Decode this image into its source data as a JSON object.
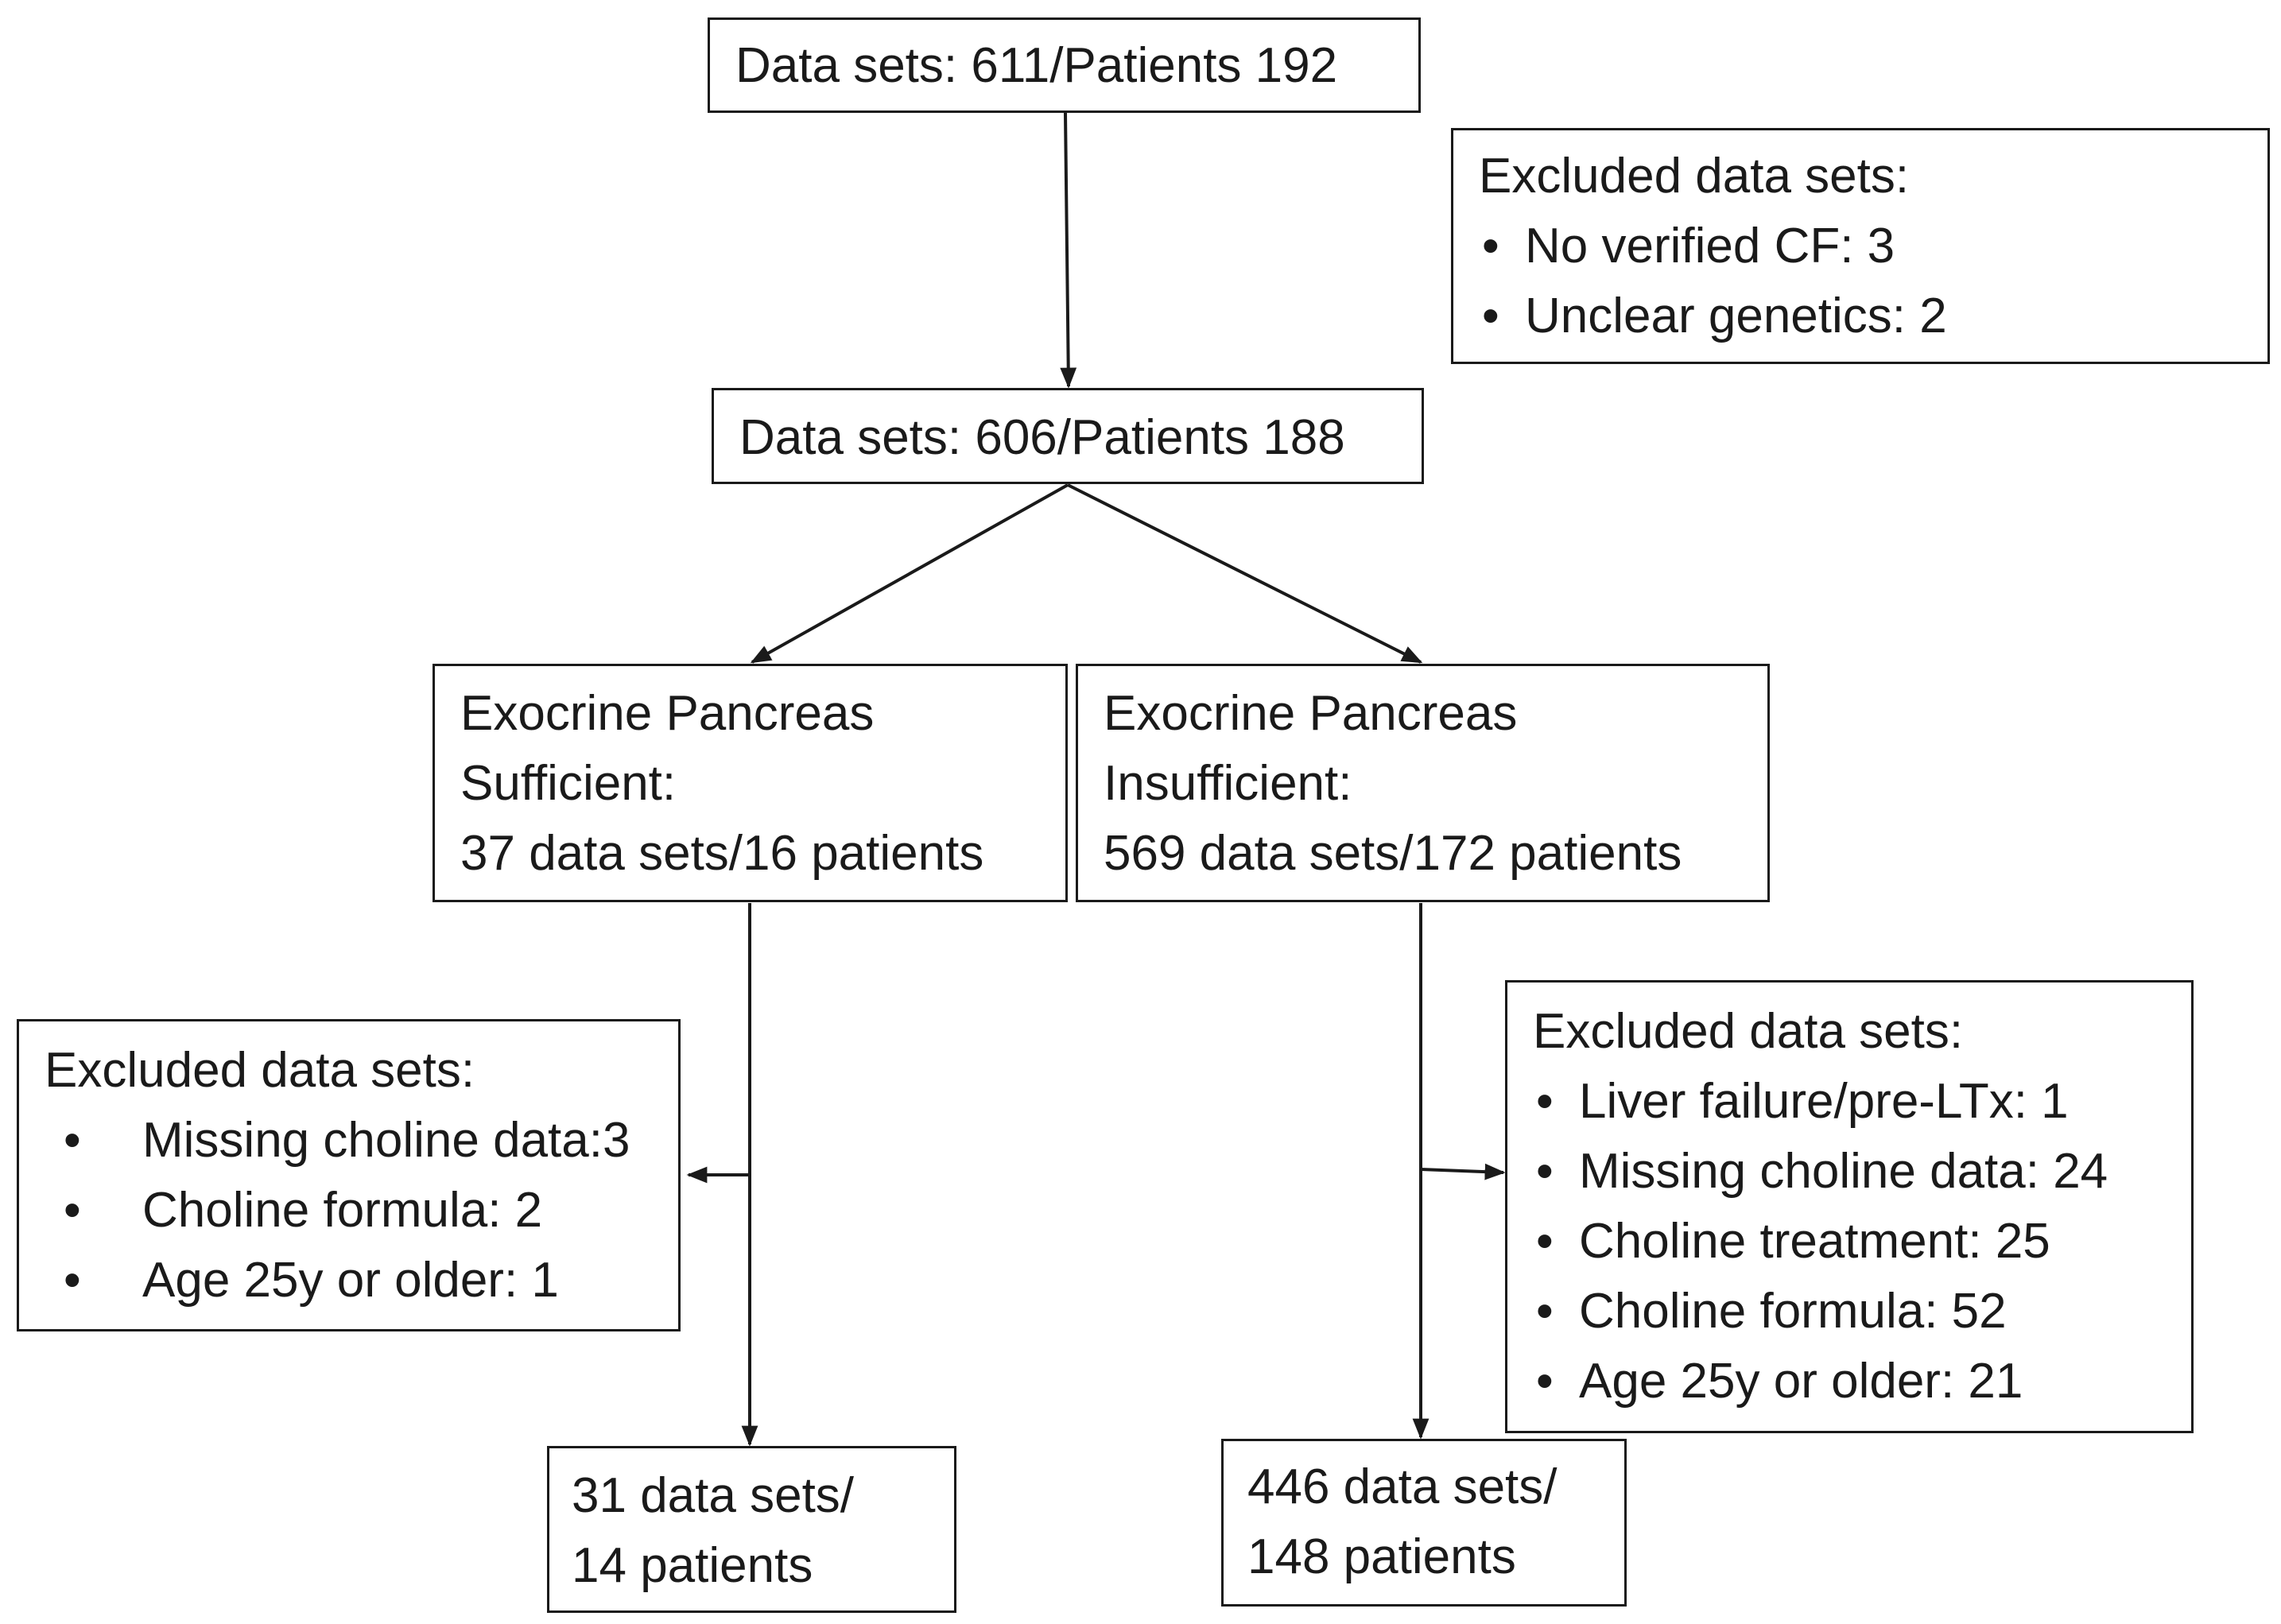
{
  "start": {
    "text": "Data sets: 611/Patients 192"
  },
  "exclusion_top": {
    "heading": "Excluded data sets:",
    "items": [
      "No verified CF: 3",
      "Unclear genetics: 2"
    ]
  },
  "middle": {
    "text": "Data sets: 606/Patients 188"
  },
  "eps": {
    "lines": [
      "Exocrine Pancreas",
      "Sufficient:",
      "37 data sets/16 patients"
    ]
  },
  "epi": {
    "lines": [
      "Exocrine Pancreas",
      "Insufficient:",
      "569 data sets/172 patients"
    ]
  },
  "exclusion_sufficient": {
    "heading": "Excluded data sets:",
    "items": [
      "Missing choline data:3",
      "Choline formula: 2",
      "Age 25y or older: 1"
    ]
  },
  "exclusion_insufficient": {
    "heading": "Excluded data sets:",
    "items": [
      "Liver failure/pre-LTx: 1",
      "Missing choline data: 24",
      "Choline treatment: 25",
      "Choline formula: 52",
      "Age 25y or older: 21"
    ]
  },
  "result_sufficient": {
    "lines": [
      "31 data sets/",
      "14 patients"
    ]
  },
  "result_insufficient": {
    "lines": [
      "446 data sets/",
      "148 patients"
    ]
  }
}
